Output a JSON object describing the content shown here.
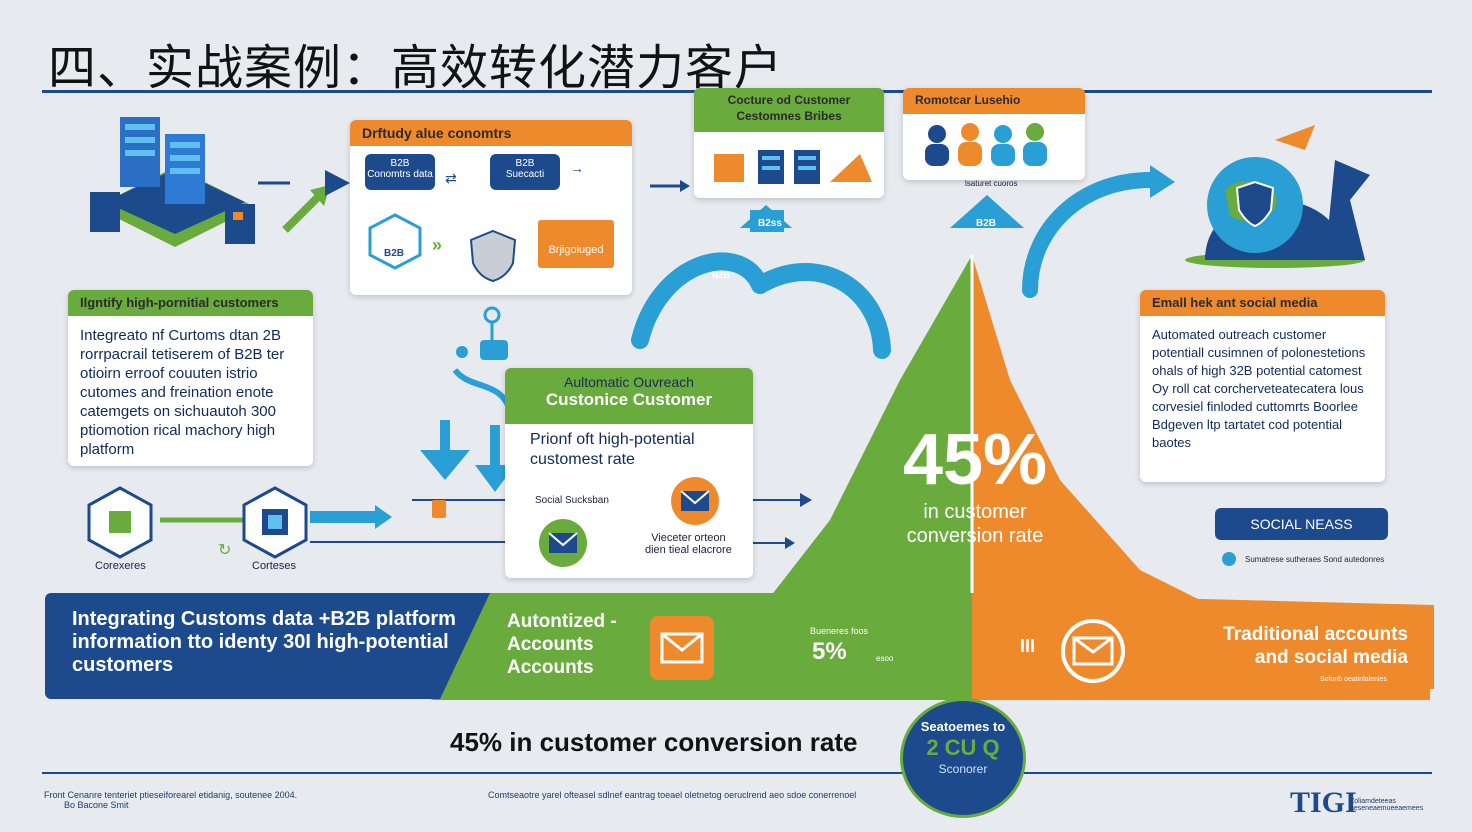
{
  "title": "四、实战案例：高效转化潜力客户",
  "flow_top": {
    "card1": {
      "header": "Drftudy alue conomtrs",
      "box1_tag": "B2B",
      "box1_label": "Conomtrs data",
      "box2_tag": "B2B",
      "box2_label": "Suecacti",
      "shield_tag": "B2B",
      "orange_label": "Brjigoiuged"
    },
    "card2": {
      "header_line1": "Cocture od Customer",
      "header_line2": "Cestomnes Bribes"
    },
    "card3": {
      "header": "Romotcar Lusehio",
      "caption": "lsaturet cuoros"
    },
    "badge1": "B2ss",
    "badge2": "B2B",
    "badge3": "B2B"
  },
  "identify_card": {
    "header": "Ilgntify high-pornitial customers",
    "body": "Integreato nf Curtoms dtan 2B rorrpacrail tetiserem of B2B ter otioirn erroof couuten istrio cutomes and freination enote catemgets on sichuautoh 300 ptiomotion rical machory high platform"
  },
  "outreach_card": {
    "header_line1": "Aultomatic Ouvreach",
    "header_line2": "Custonice Customer",
    "body": "Prionf oft high-potential customest rate",
    "social_label": "Social Sucksban",
    "bottom_label_line1": "Vieceter orteon",
    "bottom_label_line2": "dien tieal elacrore"
  },
  "email_card": {
    "header": "Emall hek ant social media",
    "body": "Automated outreach customer potentiall cusimnen of polonestetions ohals of high 32B potential catomest Oy roll cat corcherveteatecatera lous corvesiel finloded cuttomrts Boorlee Bdgeven ltp tartatet cod potential baotes"
  },
  "social_pill": "SOCIAL NEASS",
  "social_note": "Sumatrese sutheraes Sond autedonres",
  "left_icons": {
    "label1": "Corexeres",
    "label2": "Corteses"
  },
  "big_stat": {
    "value": "45%",
    "line1": "in customer",
    "line2": "conversion rate"
  },
  "banner": {
    "left": "Integrating Customs data +B2B platform information tto identy 30I high-potential customers",
    "mid_line1": "Autontized -",
    "mid_line2": "Accounts",
    "mid_line3": "Accounts",
    "stat_small": "Bueneres foos",
    "stat_value": "5%",
    "stat_unit": "esoo",
    "mark": "III",
    "right_line1": "Traditional accounts",
    "right_line2": "and social media",
    "right_note": "Sofonb oeatinlalenies"
  },
  "bottom_headline": "45% in customer conversion rate",
  "circle_badge": {
    "line1": "Seatoemes to",
    "line2": "2 CU Q",
    "line3": "Sconorer"
  },
  "footer": {
    "left_line1": "Front Cenanre tenteriet ptieseiforearel etidanig, soutenee 2004.",
    "left_line2": "Bo Bacone Smit",
    "center": "Comtseaotre yarel ofteasel sdlnef eantrag toeael oletnetog oeruclrend aeo sdoe conerrenoel",
    "logo": "TIGI",
    "logo_note": "Zoliamdeteeas aeseneaemueeaemees"
  },
  "colors": {
    "navy": "#1d4a8c",
    "green": "#6aab3d",
    "orange": "#ef8a2c",
    "cyan": "#2a9fd6",
    "bg": "#e7ebf0"
  }
}
